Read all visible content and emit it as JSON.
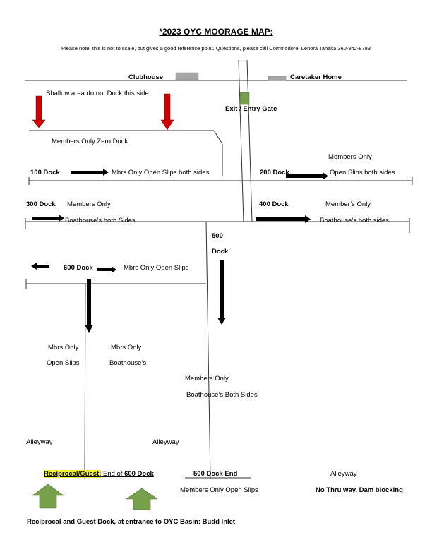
{
  "title": "*2023 OYC MOORAGE MAP:",
  "note": "Please note, this is not to scale, but gives a good reference point.  Questions, please call Commodore, Lenora Tanaka 360-942-8783",
  "colors": {
    "red_arrow": "#d10000",
    "green_arrow": "#77a04a",
    "gray_box": "#a6a6a6",
    "gate": "#77a04a"
  },
  "labels": {
    "clubhouse": "Clubhouse",
    "caretaker": "Caretaker Home",
    "shallow": "Shallow area do not Dock this side",
    "gate": "Exit  /  Entry Gate",
    "zero_dock": "Members Only Zero Dock",
    "dock100": "100 Dock",
    "dock100_desc": "Mbrs Only Open Slips  both sides",
    "dock200": "200 Dock",
    "dock200_members": "Members Only",
    "dock200_desc": "Open Slips both sides",
    "dock300": "300 Dock",
    "dock300_members": "Members Only",
    "dock300_desc": "Boathouse’s both Sides",
    "dock400": "400 Dock",
    "dock400_members": "Member’s Only",
    "dock400_desc": "Boathouse’s both sides",
    "dock500_num": "500",
    "dock500_word": "Dock",
    "dock600": "600 Dock",
    "dock600_desc": "Mbrs Only Open Slips",
    "mbrs_only_1": "Mbrs Only",
    "open_slips": "Open Slips",
    "mbrs_only_2": "Mbrs Only",
    "boathouses": "Boathouse’s",
    "members_only_500": "Members Only",
    "boathouses_both": "Boathouse’s Both Sides",
    "alleyway_1": "Alleyway",
    "alleyway_2": "Alleyway",
    "alleyway_3": "Alleyway",
    "reciprocal_hl": "Reciprocal/Guest:",
    "reciprocal_end": " End of ",
    "reciprocal_600": "600 Dock",
    "dock500_end": "500 Dock  End",
    "members_open_500": "Members Only Open Slips",
    "no_thru": "No Thru way, Dam blocking",
    "footer": "Reciprocal and Guest Dock, at entrance to OYC Basin:  Budd Inlet"
  }
}
